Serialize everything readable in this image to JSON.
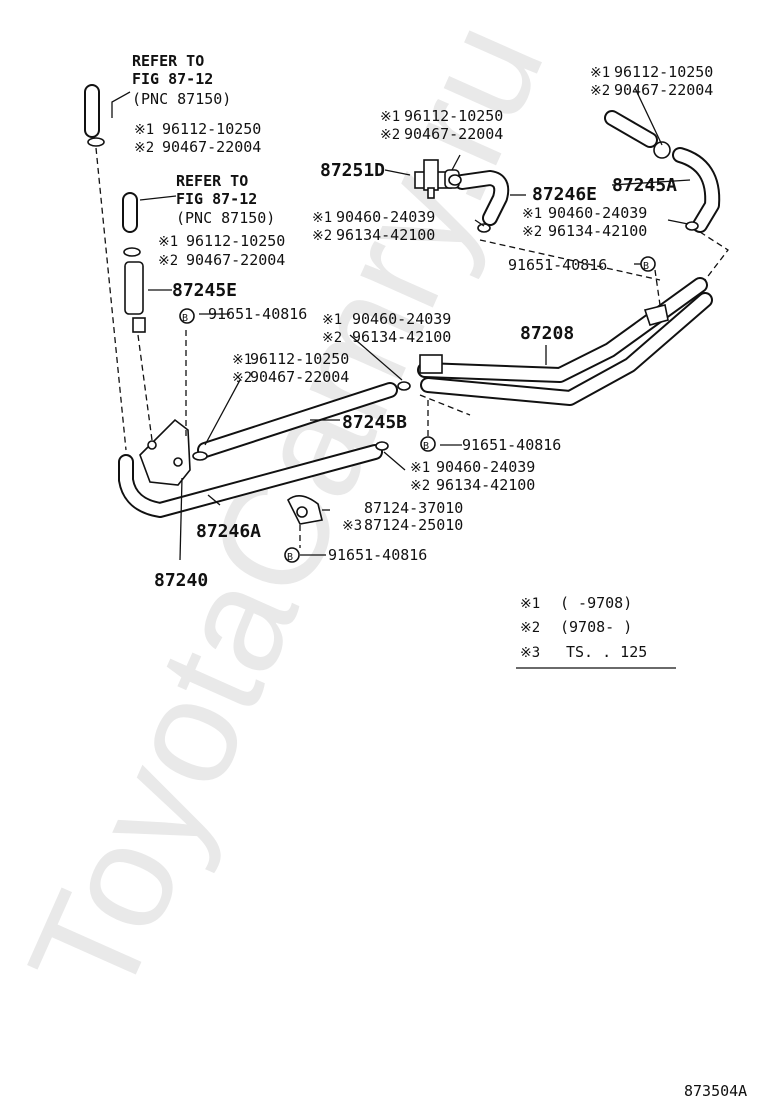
{
  "watermark": "ToyotaCamry.ru",
  "refer_blocks": [
    {
      "line1": "REFER TO",
      "line2": "FIG 87-12",
      "line3": "(PNC 87150)"
    },
    {
      "line1": "REFER TO",
      "line2": "FIG 87-12",
      "line3": "(PNC 87150)"
    }
  ],
  "main_labels": {
    "p87251D": "87251D",
    "p87246E": "87246E",
    "p87245A": "87245A",
    "p87245E": "87245E",
    "p87208": "87208",
    "p87245B": "87245B",
    "p87246A": "87246A",
    "p87240": "87240"
  },
  "part_numbers": {
    "a1": "96112-10250",
    "a2": "90467-22004",
    "b1": "96112-10250",
    "b2": "90467-22004",
    "c1": "96112-10250",
    "c2": "90467-22004",
    "d1": "96112-10250",
    "d2": "90467-22004",
    "e1": "96112-10250",
    "e2": "90467-22004",
    "f1": "90460-24039",
    "f2": "96134-42100",
    "g1": "90460-24039",
    "g2": "96134-42100",
    "h1": "90460-24039",
    "h2": "96134-42100",
    "i1": "90460-24039",
    "i2": "96134-42100",
    "bolt1": "91651-40816",
    "bolt2": "91651-40816",
    "bolt3": "91651-40816",
    "bolt4": "91651-40816",
    "clamp1": "87124-37010",
    "clamp3": "87124-25010"
  },
  "markers": {
    "m1": "※1",
    "m2": "※2",
    "m3": "※3",
    "bolt": "B"
  },
  "legend": [
    {
      "mark": "※1",
      "text": "(      -9708)"
    },
    {
      "mark": "※2",
      "text": "(9708-      )"
    },
    {
      "mark": "※3",
      "text": "TS. . 125"
    }
  ],
  "figure_id": "873504A"
}
